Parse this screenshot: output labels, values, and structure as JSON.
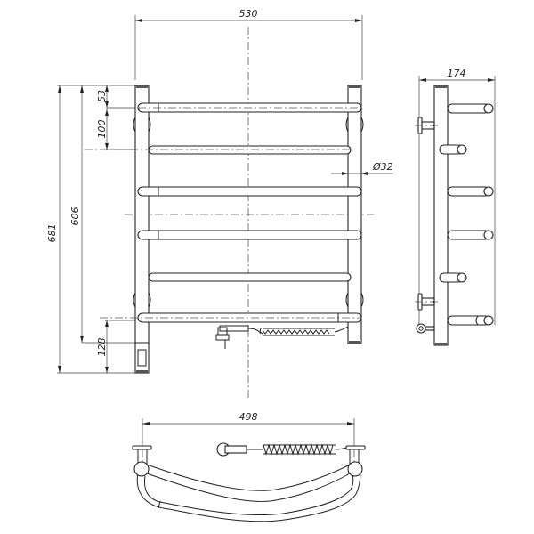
{
  "drawing": {
    "title": "Towel rail technical drawing",
    "views": [
      "front",
      "side",
      "top"
    ],
    "dimensions": {
      "overall_width": "530",
      "overall_height": "681",
      "mount_height": "606",
      "top_offset": "53",
      "rung_spacing": "100",
      "bottom_offset": "128",
      "tube_diameter": "Ø32",
      "depth": "174",
      "mount_width": "498"
    },
    "front_view": {
      "rungs_y": [
        121,
        168,
        215,
        264,
        311,
        357
      ],
      "long_rungs": [
        0,
        2,
        3,
        5
      ],
      "short_rungs": [
        1,
        4
      ]
    },
    "side_view": {
      "rung_y": [
        122,
        168,
        215,
        264,
        312,
        360
      ],
      "long_rungs": [
        0,
        2,
        3,
        5
      ],
      "short_rungs": [
        1,
        4
      ],
      "brackets_y": [
        140,
        339
      ]
    }
  }
}
